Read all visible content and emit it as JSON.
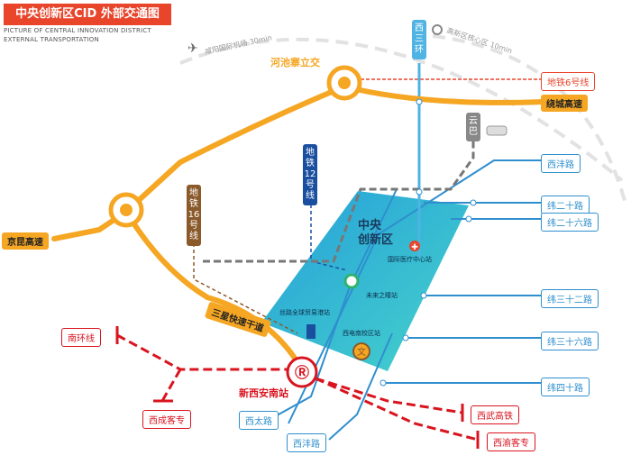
{
  "title": "中央创新区CID 外部交通图",
  "subtitle_line1": "PICTURE OF CENTRAL INNOVATION DISTRICT",
  "subtitle_line2": "EXTERNAL TRANSPORTATION",
  "colors": {
    "title_bg": "#e8452b",
    "expressway": "#f5a623",
    "metro6": "#e8452b",
    "rail": "#d9141f",
    "road_blue": "#2f8fce",
    "metro12": "#1a4fa0",
    "metro16": "#8b5a2b",
    "cloudbus": "#888888",
    "district": "#1fb4d3",
    "xisanhuan": "#4fb3e3"
  },
  "labels": {
    "airport": "咸阳国际机场 30min",
    "highspeed_core": "高新区核心区 10min",
    "hechizhai": "河池寨立交",
    "metro6": "地铁6号线",
    "raocheng": "绕城高速",
    "jingkun": "京昆高速",
    "xisanhuan": "西三环",
    "yunba": "云巴",
    "metro12": "地铁12号线",
    "metro16": "地铁16号线",
    "district": "中央创新区",
    "sanxing": "三星快速干道",
    "station_medical": "国际医疗中心站",
    "station_future": "未来之瞳站",
    "station_silk": "丝路全球贸易港站",
    "station_xidian": "西电南校区站",
    "nanhuan": "南环线",
    "xicheng": "西成客专",
    "xinxian_station": "新西安南站",
    "xitai": "西太路",
    "xifeng_bottom": "西沣路",
    "xiwu": "西武高铁",
    "xiyu": "西渝客专",
    "xifeng_top": "西沣路",
    "wei20": "纬二十路",
    "wei26": "纬二十六路",
    "wei32": "纬三十二路",
    "wei36": "纬三十六路",
    "wei40": "纬四十路"
  }
}
